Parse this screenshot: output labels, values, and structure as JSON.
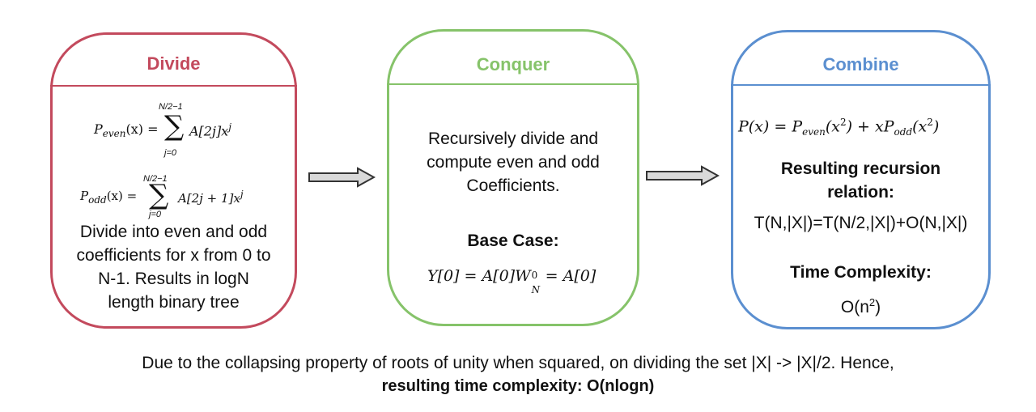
{
  "divide": {
    "title": "Divide",
    "color": "#c34a5d",
    "p_even": {
      "lhs_p": "P",
      "lhs_sub": "even",
      "lhs_rest": "(x) =",
      "upper": "N/2−1",
      "lower": "j=0",
      "sigma": "∑",
      "term": "A[2j]x",
      "term_sup": "j"
    },
    "p_odd": {
      "lhs_p": "P",
      "lhs_sub": "odd",
      "lhs_rest": "(x) =",
      "upper": "N/2−1",
      "lower": "j=0",
      "sigma": "∑",
      "term": "A[2j + 1]x",
      "term_sup": "j"
    },
    "description_lines": [
      "Divide into even and odd",
      "coefficients for x from 0 to",
      "N-1. Results in logN",
      "length binary tree"
    ]
  },
  "conquer": {
    "title": "Conquer",
    "color": "#86c36a",
    "description_lines": [
      "Recursively divide and",
      "compute even and odd",
      "Coefficients."
    ],
    "base_case_label": "Base Case:",
    "base_case_formula": {
      "lhs": "Y[0] = A[0]W",
      "sub": "N",
      "sup": "0",
      "rhs": " = A[0]"
    }
  },
  "combine": {
    "title": "Combine",
    "color": "#5b8fd0",
    "formula": {
      "a": "P(x) = P",
      "a_sub": "even",
      "b": "(x",
      "b_sup": "2",
      "c": ") + xP",
      "c_sub": "odd",
      "d": "(x",
      "d_sup": "2",
      "e": ")"
    },
    "recursion_label_lines": [
      "Resulting recursion",
      "relation:"
    ],
    "recursion_value": "T(N,|X|)=T(N/2,|X|)+O(N,|X|)",
    "complexity_label": "Time Complexity:",
    "complexity_base": "O(n",
    "complexity_sup": "2",
    "complexity_close": ")"
  },
  "arrows": [
    "right-arrow",
    "right-arrow"
  ],
  "caption": {
    "line1": "Due to the collapsing property of roots of unity when squared, on dividing the set |X| -> |X|/2. Hence,",
    "line2": "resulting time complexity: O(nlogn)"
  }
}
